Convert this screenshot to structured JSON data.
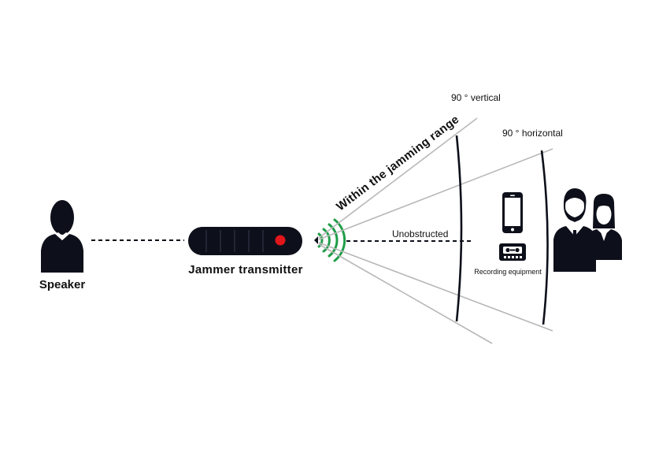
{
  "labels": {
    "speaker": "Speaker",
    "jammer": "Jammer transmitter",
    "range": "Within the jamming range",
    "unobstructed": "Unobstructed",
    "vertical": "90 °  vertical",
    "horizontal": "90 °  horizontal",
    "recording": "Recording equipment"
  },
  "icons": {
    "speaker": "person-silhouette-icon",
    "jammer": "jammer-device-icon",
    "signal": "wifi-signal-icon",
    "phone": "smartphone-icon",
    "recorder": "cassette-recorder-icon",
    "listeners": "business-people-icon"
  },
  "colors": {
    "ink": "#0d0f1a",
    "signal": "#1f9d48",
    "indicator": "#e0161b",
    "beam": "#b8b8b8"
  }
}
